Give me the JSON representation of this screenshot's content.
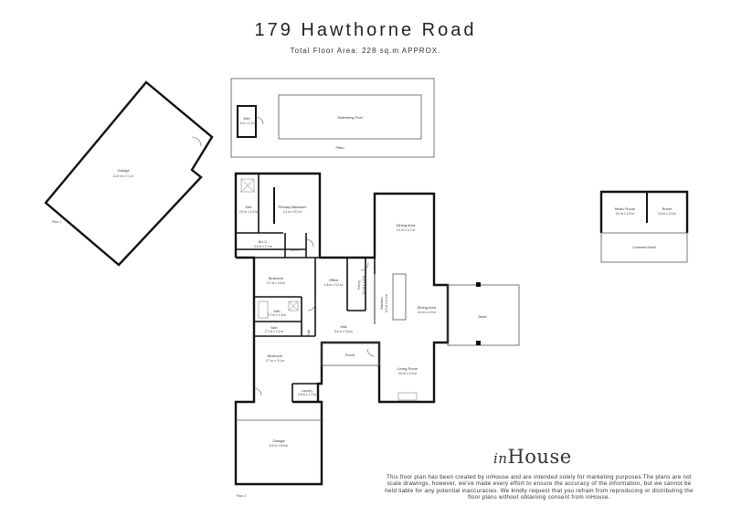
{
  "header": {
    "title": "179 Hawthorne Road",
    "subtitle": "Total Floor Area: 228 sq.m APPROX."
  },
  "floors": {
    "floor1": "Floor 1",
    "floor2": "Floor 2"
  },
  "rooms": {
    "garage_upper": {
      "name": "Garage",
      "dims": "11.5 m x 7.1 m"
    },
    "swimming_pool": {
      "name": "Swimming Pool"
    },
    "patio": {
      "name": "Patio"
    },
    "bath_pool": {
      "name": "Bath",
      "dims": "1.3 m x 1.2 m"
    },
    "music_room": {
      "name": "Music Room",
      "dims": "3.0 m x 2.6 m"
    },
    "room": {
      "name": "Room",
      "dims": "2.6 m x 2.6 m"
    },
    "covered_deck": {
      "name": "Covered Deck"
    },
    "primary_bedroom": {
      "name": "Primary Bedroom",
      "dims": "4.1 m x 5.1 m"
    },
    "bath_ensuite": {
      "name": "Bath",
      "dims": "2.5 m x 2.4 m"
    },
    "wic_1": {
      "name": "W.I.C.",
      "dims": "3.3 m x 1.0 m"
    },
    "wic_2": {
      "name": "W.I.C."
    },
    "dining_area": {
      "name": "Dining Area",
      "dims": "4.2 m x 4.7 m"
    },
    "office": {
      "name": "Office",
      "dims": "1.8 m x 3.1 m"
    },
    "bedroom_1": {
      "name": "Bedroom",
      "dims": "3.7 m x 3.8 m"
    },
    "kitchen": {
      "name": "Kitchen",
      "dims": "2.3 m x 4.3 m"
    },
    "pantry": {
      "name": "Pantry",
      "dims": "2.0 m x 1.6 m"
    },
    "dining_area_2": {
      "name": "Dining Area",
      "dims": "3.4 m x 4.0 m"
    },
    "deck": {
      "name": "Deck"
    },
    "bath_main": {
      "name": "Bath",
      "dims": "2.7 m x 1.8 m"
    },
    "bath_wc": {
      "name": "Bath",
      "dims": "2.7 m x 1.4 m"
    },
    "hall_side": {
      "name": "Hall"
    },
    "hall": {
      "name": "Hall",
      "dims": "3.4 m x 3.6 m"
    },
    "porch": {
      "name": "Porch"
    },
    "bedroom_2": {
      "name": "Bedroom",
      "dims": "3.7 m x 3.1 m"
    },
    "living_room": {
      "name": "Living Room",
      "dims": "4.8 m x 4.9 m"
    },
    "laundry": {
      "name": "Laundry",
      "dims": "1.8 m x 1.4 m"
    },
    "garage_lower": {
      "name": "Garage",
      "dims": "6.3 m x 6.8 m"
    }
  },
  "branding": {
    "logo_prefix": "in",
    "logo_main": "House"
  },
  "disclaimer": "This floor plan has been created by inHouse and are intended solely for marketing purposes.The plans are not scale drawings, however, we've made every effort to ensure the accuracy of the information, but we cannot be held liable for any potential inaccuracies. We kindly request that you refrain from reproducing or distributing the floor plans without obtaining consent from inHouse.",
  "colors": {
    "wall": "#111111",
    "thin_line": "#555555",
    "text": "#222222"
  }
}
